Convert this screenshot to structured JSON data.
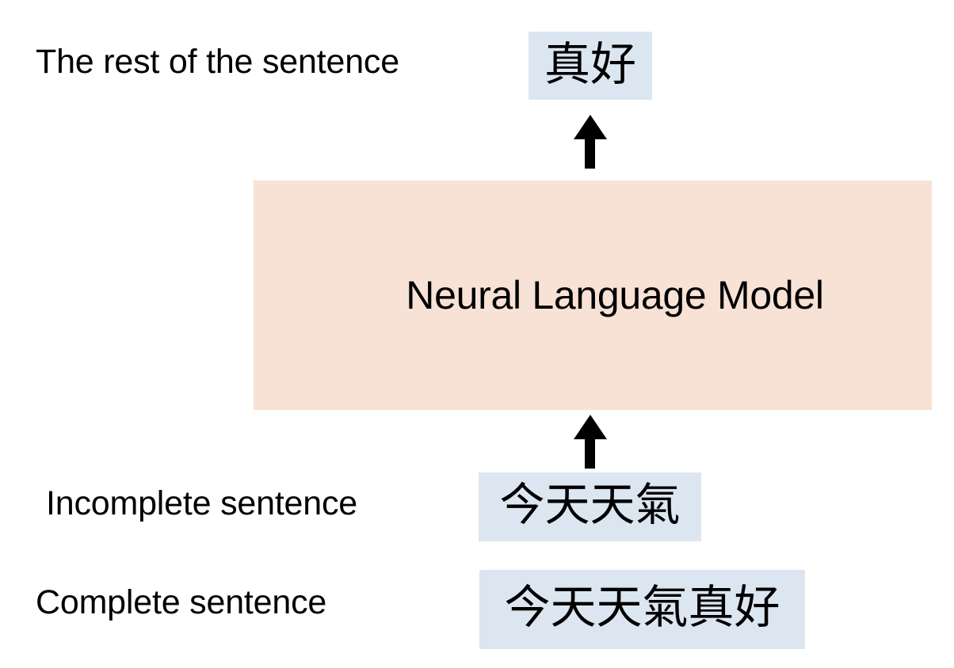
{
  "diagram": {
    "title": "Neural Language Model sentence completion",
    "colors": {
      "highlight_blue": "#dce6f1",
      "model_peach": "#f8e2d5",
      "text_black": "#000000",
      "background": "#ffffff"
    },
    "rows": [
      {
        "id": "rest",
        "label": "The rest of the sentence",
        "token": "真好"
      },
      {
        "id": "incomplete",
        "label": "Incomplete sentence",
        "token": "今天天氣"
      },
      {
        "id": "complete",
        "label": "Complete sentence",
        "token": "今天天氣真好"
      }
    ],
    "model": {
      "label": "Neural Language Model"
    },
    "arrows": [
      {
        "id": "output-arrow",
        "direction": "up",
        "name": "arrow-model-to-output"
      },
      {
        "id": "input-arrow",
        "direction": "up",
        "name": "arrow-input-to-model"
      }
    ]
  }
}
